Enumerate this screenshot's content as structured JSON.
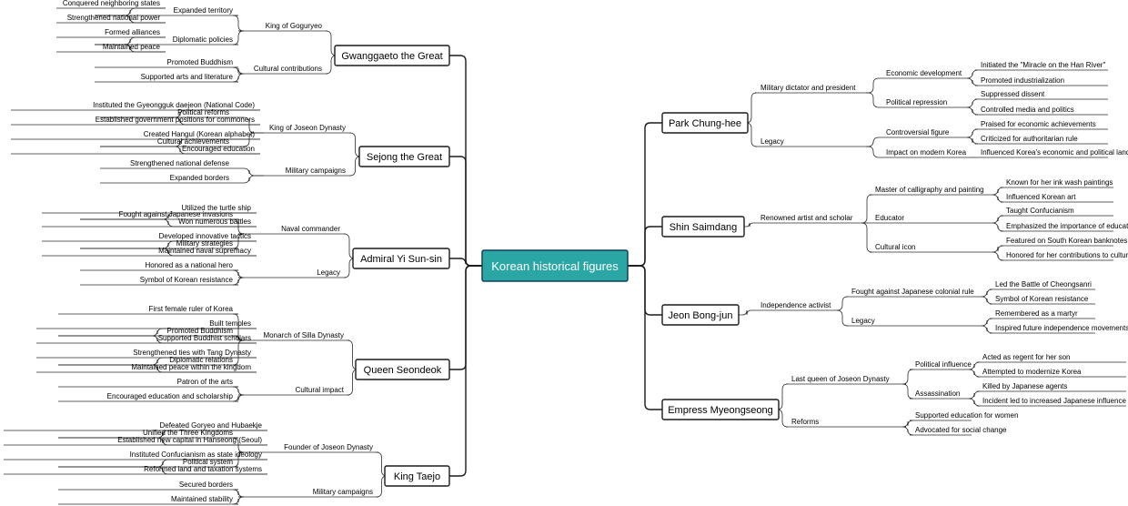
{
  "colors": {
    "central_fill": "#2aa7a4",
    "central_border": "#13405a",
    "box_border": "#1a1a1a"
  },
  "root": {
    "label": "Korean historical figures",
    "left": [
      {
        "label": "Gwanggaeto the Great",
        "children": [
          {
            "label": "King of Goguryeo",
            "children": [
              {
                "label": "Expanded territory",
                "children": [
                  {
                    "label": "Conquered neighboring states"
                  },
                  {
                    "label": "Strengthened national power"
                  }
                ]
              },
              {
                "label": "Diplomatic policies",
                "children": [
                  {
                    "label": "Formed alliances"
                  },
                  {
                    "label": "Maintained peace"
                  }
                ]
              }
            ]
          },
          {
            "label": "Cultural contributions",
            "children": [
              {
                "label": "Promoted Buddhism"
              },
              {
                "label": "Supported arts and literature"
              }
            ]
          }
        ]
      },
      {
        "label": "Sejong the Great",
        "children": [
          {
            "label": "King of Joseon Dynasty",
            "children": [
              {
                "label": "Political reforms",
                "children": [
                  {
                    "label": "Instituted the Gyeongguk daejeon (National Code)"
                  },
                  {
                    "label": "Established government positions for commoners"
                  }
                ]
              },
              {
                "label": "Cultural achievements",
                "children": [
                  {
                    "label": "Created Hangul (Korean alphabet)"
                  },
                  {
                    "label": "Encouraged education"
                  }
                ]
              }
            ]
          },
          {
            "label": "Military campaigns",
            "children": [
              {
                "label": "Strengthened national defense"
              },
              {
                "label": "Expanded borders"
              }
            ]
          }
        ]
      },
      {
        "label": "Admiral Yi Sun-sin",
        "children": [
          {
            "label": "Naval commander",
            "children": [
              {
                "label": "Fought against Japanese invasions",
                "children": [
                  {
                    "label": "Utilized the turtle ship"
                  },
                  {
                    "label": "Won numerous battles"
                  }
                ]
              },
              {
                "label": "Military strategies",
                "children": [
                  {
                    "label": "Developed innovative tactics"
                  },
                  {
                    "label": "Maintained naval supremacy"
                  }
                ]
              }
            ]
          },
          {
            "label": "Legacy",
            "children": [
              {
                "label": "Honored as a national hero"
              },
              {
                "label": "Symbol of Korean resistance"
              }
            ]
          }
        ]
      },
      {
        "label": "Queen Seondeok",
        "children": [
          {
            "label": "Monarch of Silla Dynasty",
            "children": [
              {
                "label": "First female ruler of Korea"
              },
              {
                "label": "Promoted Buddhism",
                "children": [
                  {
                    "label": "Built temples"
                  },
                  {
                    "label": "Supported Buddhist scholars"
                  }
                ]
              },
              {
                "label": "Diplomatic relations",
                "children": [
                  {
                    "label": "Strengthened ties with Tang Dynasty"
                  },
                  {
                    "label": "Maintained peace within the kingdom"
                  }
                ]
              }
            ]
          },
          {
            "label": "Cultural impact",
            "children": [
              {
                "label": "Patron of the arts"
              },
              {
                "label": "Encouraged education and scholarship"
              }
            ]
          }
        ]
      },
      {
        "label": "King Taejo",
        "children": [
          {
            "label": "Founder of Joseon Dynasty",
            "children": [
              {
                "label": "Unified the Three Kingdoms",
                "children": [
                  {
                    "label": "Defeated Goryeo and Hubaekje"
                  },
                  {
                    "label": "Established new capital in Hanseong (Seoul)"
                  }
                ]
              },
              {
                "label": "Political system",
                "children": [
                  {
                    "label": "Instituted Confucianism as state ideology"
                  },
                  {
                    "label": "Reformed land and taxation systems"
                  }
                ]
              }
            ]
          },
          {
            "label": "Military campaigns",
            "children": [
              {
                "label": "Secured borders"
              },
              {
                "label": "Maintained stability"
              }
            ]
          }
        ]
      }
    ],
    "right": [
      {
        "label": "Park Chung-hee",
        "children": [
          {
            "label": "Military dictator and president",
            "children": [
              {
                "label": "Economic development",
                "children": [
                  {
                    "label": "Initiated the \"Miracle on the Han River\""
                  },
                  {
                    "label": "Promoted industrialization"
                  }
                ]
              },
              {
                "label": "Political repression",
                "children": [
                  {
                    "label": "Suppressed dissent"
                  },
                  {
                    "label": "Controlled media and politics"
                  }
                ]
              }
            ]
          },
          {
            "label": "Legacy",
            "children": [
              {
                "label": "Controversial figure",
                "children": [
                  {
                    "label": "Praised for economic achievements"
                  },
                  {
                    "label": "Criticized for authoritarian rule"
                  }
                ]
              },
              {
                "label": "Impact on modern Korea",
                "children": [
                  {
                    "label": "Influenced Korea's economic and political landscape"
                  }
                ]
              }
            ]
          }
        ]
      },
      {
        "label": "Shin Saimdang",
        "children": [
          {
            "label": "Renowned artist and scholar",
            "children": [
              {
                "label": "Master of calligraphy and painting",
                "children": [
                  {
                    "label": "Known for her ink wash paintings"
                  },
                  {
                    "label": "Influenced Korean art"
                  }
                ]
              },
              {
                "label": "Educator",
                "children": [
                  {
                    "label": "Taught Confucianism"
                  },
                  {
                    "label": "Emphasized the importance of education for women"
                  }
                ]
              },
              {
                "label": "Cultural icon",
                "children": [
                  {
                    "label": "Featured on South Korean banknotes"
                  },
                  {
                    "label": "Honored for her contributions to culture and education"
                  }
                ]
              }
            ]
          }
        ]
      },
      {
        "label": "Jeon Bong-jun",
        "children": [
          {
            "label": "Independence activist",
            "children": [
              {
                "label": "Fought against Japanese colonial rule",
                "children": [
                  {
                    "label": "Led the Battle of Cheongsanri"
                  },
                  {
                    "label": "Symbol of Korean resistance"
                  }
                ]
              },
              {
                "label": "Legacy",
                "children": [
                  {
                    "label": "Remembered as a martyr"
                  },
                  {
                    "label": "Inspired future independence movements"
                  }
                ]
              }
            ]
          }
        ]
      },
      {
        "label": "Empress Myeongseong",
        "children": [
          {
            "label": "Last queen of Joseon Dynasty",
            "children": [
              {
                "label": "Political influence",
                "children": [
                  {
                    "label": "Acted as regent for her son"
                  },
                  {
                    "label": "Attempted to modernize Korea"
                  }
                ]
              },
              {
                "label": "Assassination",
                "children": [
                  {
                    "label": "Killed by Japanese agents"
                  },
                  {
                    "label": "Incident led to increased Japanese influence"
                  }
                ]
              }
            ]
          },
          {
            "label": "Reforms",
            "children": [
              {
                "label": "Supported education for women"
              },
              {
                "label": "Advocated for social change"
              }
            ]
          }
        ]
      }
    ]
  }
}
